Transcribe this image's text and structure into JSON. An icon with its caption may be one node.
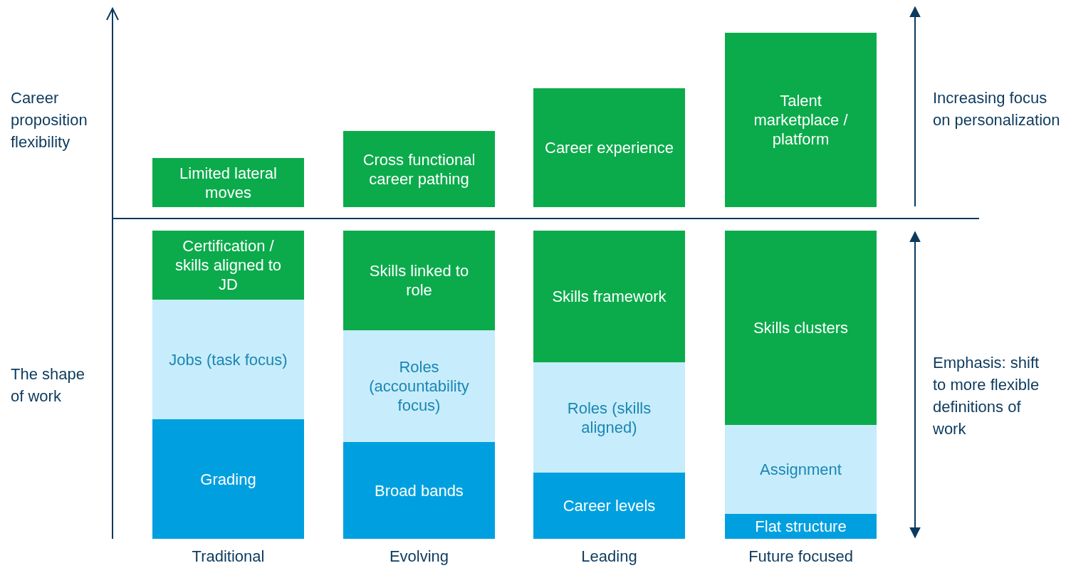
{
  "diagram": {
    "nodes": [
      {
        "text": [
          "Limited lateral moves"
        ]
      },
      {
        "text": [
          "Cross functional career pathing"
        ]
      },
      {
        "text": [
          "Career experience"
        ]
      },
      {
        "text": [
          "Talent marketplace / platform"
        ]
      },
      {
        "text": [
          "Certification / skills aligned to JD"
        ]
      },
      {
        "text": [
          "Jobs (task focus)"
        ]
      },
      {
        "text": [
          "Grading"
        ]
      },
      {
        "text": [
          "Skills linked to role"
        ]
      },
      {
        "text": [
          "Roles (accountability focus)"
        ]
      },
      {
        "text": [
          "Broad bands"
        ]
      },
      {
        "text": [
          "Skills framework"
        ]
      },
      {
        "text": [
          "Roles (skills aligned)"
        ]
      },
      {
        "text": [
          "Career levels"
        ]
      },
      {
        "text": [
          "Skills clusters"
        ]
      },
      {
        "text": [
          "Assignment"
        ]
      },
      {
        "text": [
          "Flat structure"
        ]
      }
    ],
    "edges": [],
    "labels": [
      "Career proposition flexibility",
      "Increasing focus on personalization",
      "The shape of work",
      "Emphasis: shift to more flexible definitions of work",
      "Traditional",
      "Evolving",
      "Leading",
      "Future focused"
    ]
  }
}
